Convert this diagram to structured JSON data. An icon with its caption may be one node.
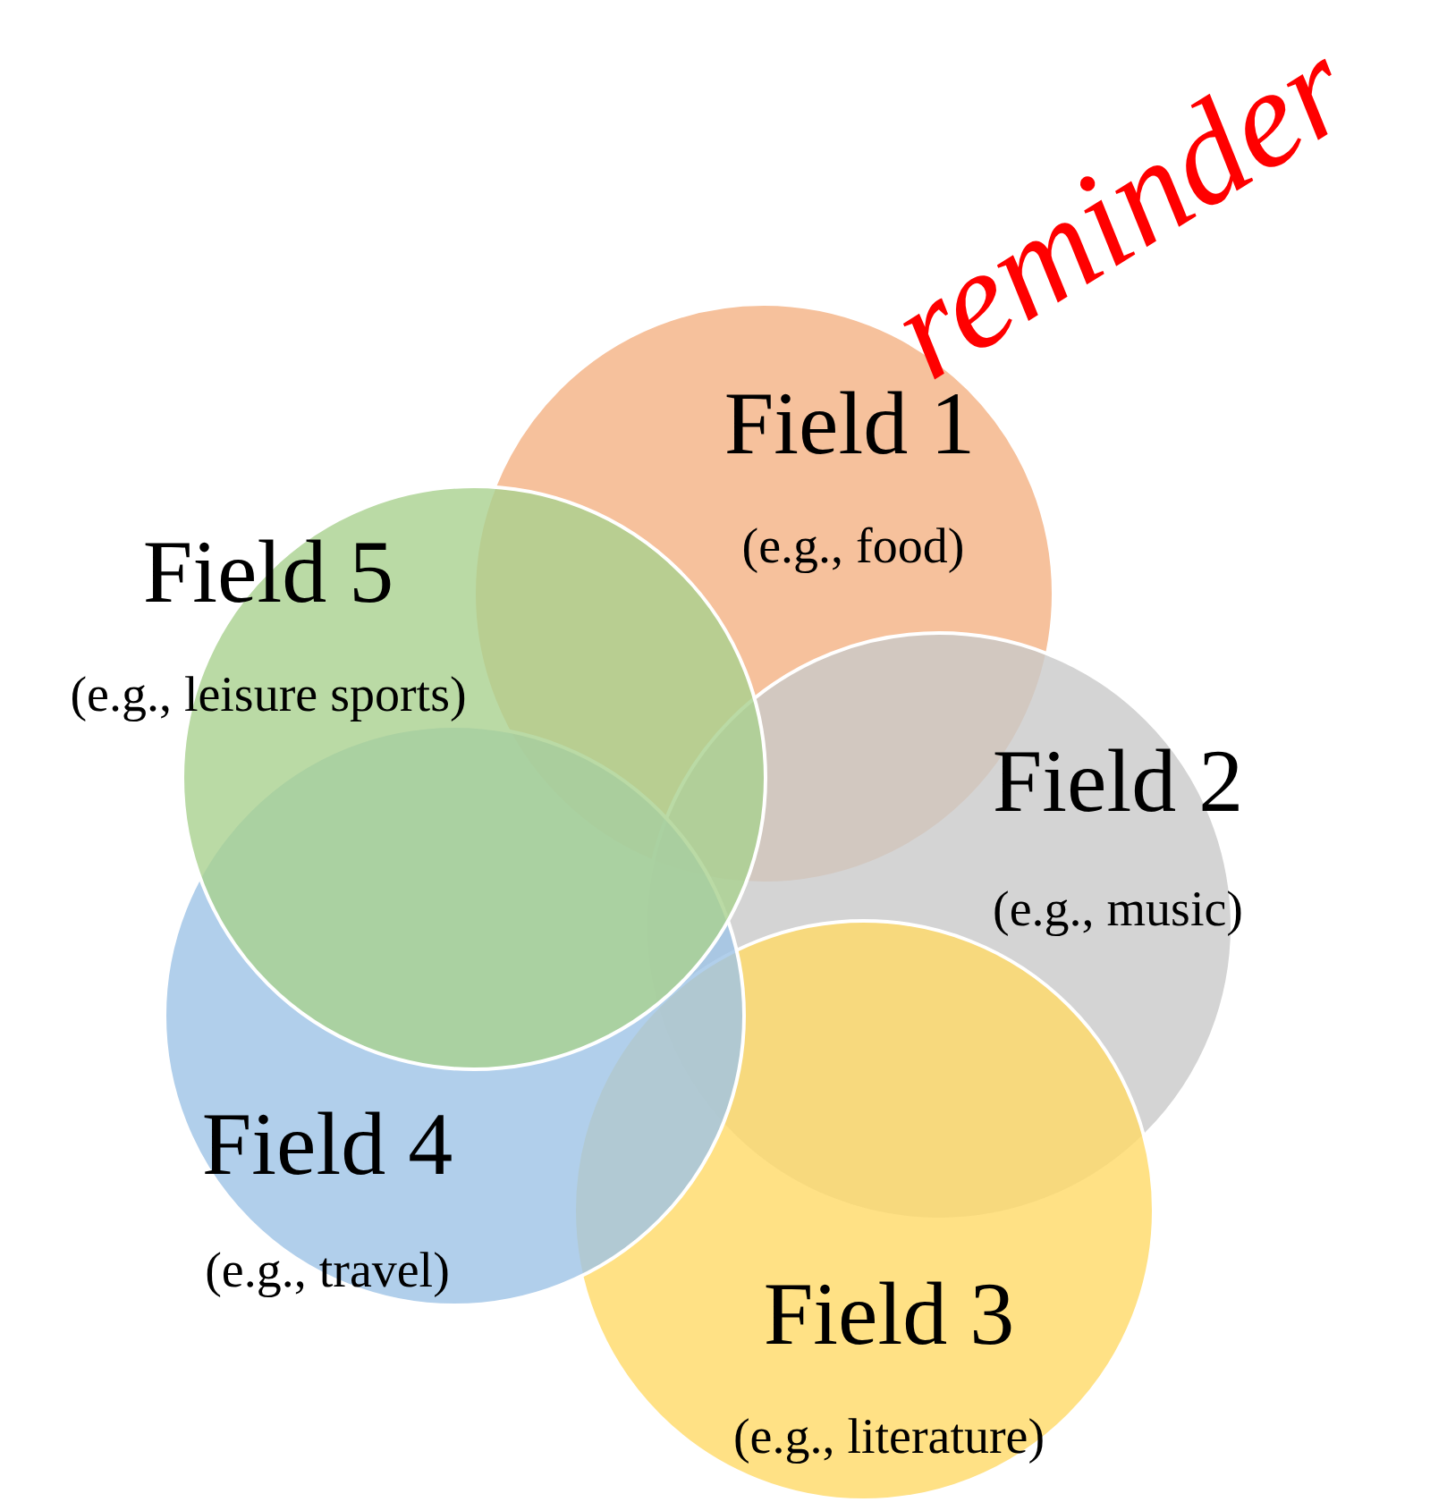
{
  "diagram": {
    "nodes": [
      {
        "text": [
          "Field 1",
          "(e.g., food)"
        ]
      },
      {
        "text": [
          "Field 5",
          "(e.g., leisure sports)"
        ]
      },
      {
        "text": [
          "Field 2",
          "(e.g., music)"
        ]
      },
      {
        "text": [
          "Field 4",
          "(e.g., travel)"
        ]
      },
      {
        "text": [
          "Field 3",
          "(e.g., literature)"
        ]
      }
    ],
    "edges": [],
    "labels": [
      "reminder"
    ]
  }
}
